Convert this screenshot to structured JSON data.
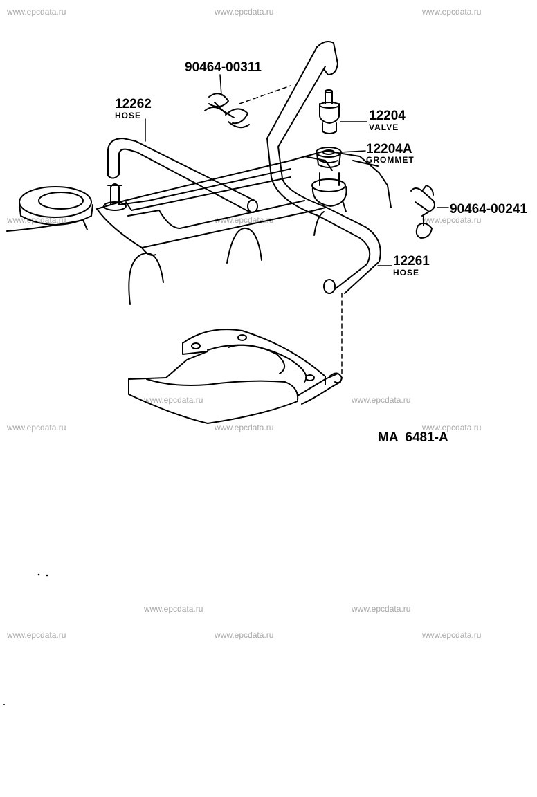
{
  "watermark": "www.epcdata.ru",
  "diagram_code": "MA  6481-A",
  "parts": [
    {
      "number": "90464-00311",
      "name": ""
    },
    {
      "number": "12262",
      "name": "HOSE"
    },
    {
      "number": "12204",
      "name": "VALVE"
    },
    {
      "number": "12204A",
      "name": "GROMMET"
    },
    {
      "number": "90464-00241",
      "name": ""
    },
    {
      "number": "12261",
      "name": "HOSE"
    }
  ]
}
